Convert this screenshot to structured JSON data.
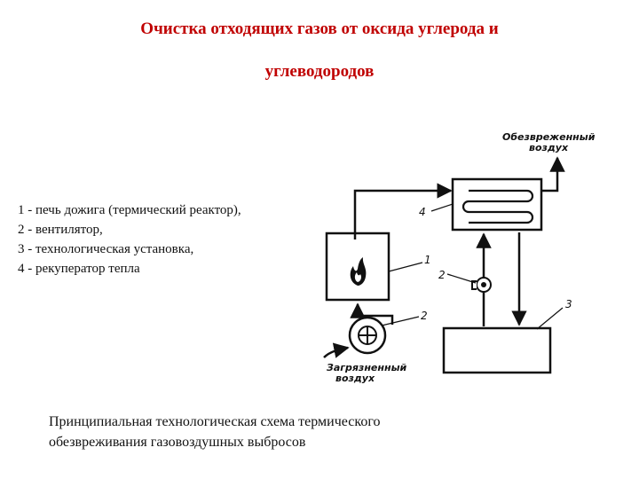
{
  "title": {
    "line1": "Очистка отходящих газов от оксида углерода и",
    "line2": "углеводородов"
  },
  "legend": {
    "items": [
      "1 - печь дожига (термический реактор),",
      "2 - вентилятор,",
      "3 - технологическая установка,",
      "4 - рекуператор тепла"
    ]
  },
  "diagram": {
    "labels": {
      "clean_air_line1": "Обезвреженный",
      "clean_air_line2": "воздух",
      "dirty_air_line1": "Загрязненный",
      "dirty_air_line2": "воздух",
      "n4": "4",
      "n1": "1",
      "n2_top": "2",
      "n2_bottom": "2",
      "n3": "3"
    }
  },
  "caption": {
    "line1": "Принципиальная технологическая схема термического",
    "line2": "обезвреживания газовоздушных выбросов"
  }
}
